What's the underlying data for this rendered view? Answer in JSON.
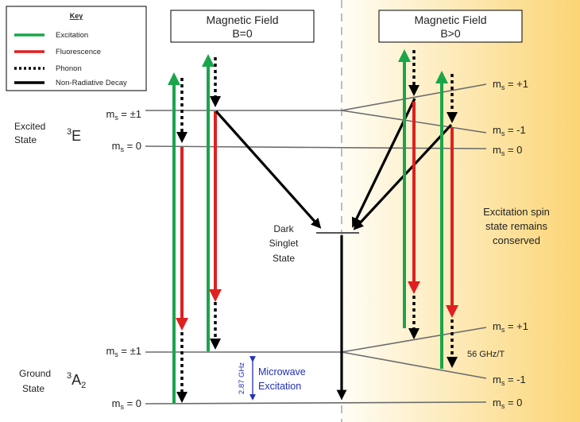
{
  "key": {
    "title": "Key",
    "items": [
      {
        "label": "Excitation",
        "color": "#1aa54a",
        "style": "solid"
      },
      {
        "label": "Fluorescence",
        "color": "#e02020",
        "style": "solid"
      },
      {
        "label": "Phonon",
        "color": "#000000",
        "style": "dotted"
      },
      {
        "label": "Non-Radiative Decay",
        "color": "#000000",
        "style": "solid"
      }
    ]
  },
  "panels": {
    "left": {
      "line1": "Magnetic Field",
      "line2": "B=0"
    },
    "right": {
      "line1": "Magnetic Field",
      "line2": "B>0"
    }
  },
  "states": {
    "excited": {
      "line1": "Excited",
      "line2": "State",
      "symbol": "E",
      "sup": "3"
    },
    "ground": {
      "line1": "Ground",
      "line2": "State",
      "symbol": "A",
      "sub": "2",
      "sup": "3"
    },
    "dark": {
      "line1": "Dark",
      "line2": "Singlet",
      "line3": "State"
    }
  },
  "levels": {
    "left_excited_pm1": {
      "prefix": "m",
      "sub": "s",
      "suffix": " = ±1"
    },
    "left_excited_0": {
      "prefix": "m",
      "sub": "s",
      "suffix": " = 0"
    },
    "left_ground_pm1": {
      "prefix": "m",
      "sub": "s",
      "suffix": " = ±1"
    },
    "left_ground_0": {
      "prefix": "m",
      "sub": "s",
      "suffix": " = 0"
    },
    "right_excited_p1": {
      "prefix": "m",
      "sub": "s",
      "suffix": " = +1"
    },
    "right_excited_m1": {
      "prefix": "m",
      "sub": "s",
      "suffix": " = -1"
    },
    "right_excited_0": {
      "prefix": "m",
      "sub": "s",
      "suffix": " = 0"
    },
    "right_ground_p1": {
      "prefix": "m",
      "sub": "s",
      "suffix": " = +1"
    },
    "right_ground_m1": {
      "prefix": "m",
      "sub": "s",
      "suffix": " = -1"
    },
    "right_ground_0": {
      "prefix": "m",
      "sub": "s",
      "suffix": " = 0"
    }
  },
  "annotations": {
    "conserved": {
      "line1": "Excitation spin",
      "line2": "state remains",
      "line3": "conserved"
    },
    "zeeman": "56 GHz/T",
    "microwave_freq": "2.87 GHz",
    "microwave": {
      "line1": "Microwave",
      "line2": "Excitation"
    }
  },
  "colors": {
    "excitation": "#1aa54a",
    "fluorescence": "#e02020",
    "phonon": "#000000",
    "decay": "#000000",
    "level_line": "#6b6b6b",
    "microwave": "#1f2fb5",
    "field_gradient_start": "#fffdf5",
    "field_gradient_end": "#fbd575"
  }
}
